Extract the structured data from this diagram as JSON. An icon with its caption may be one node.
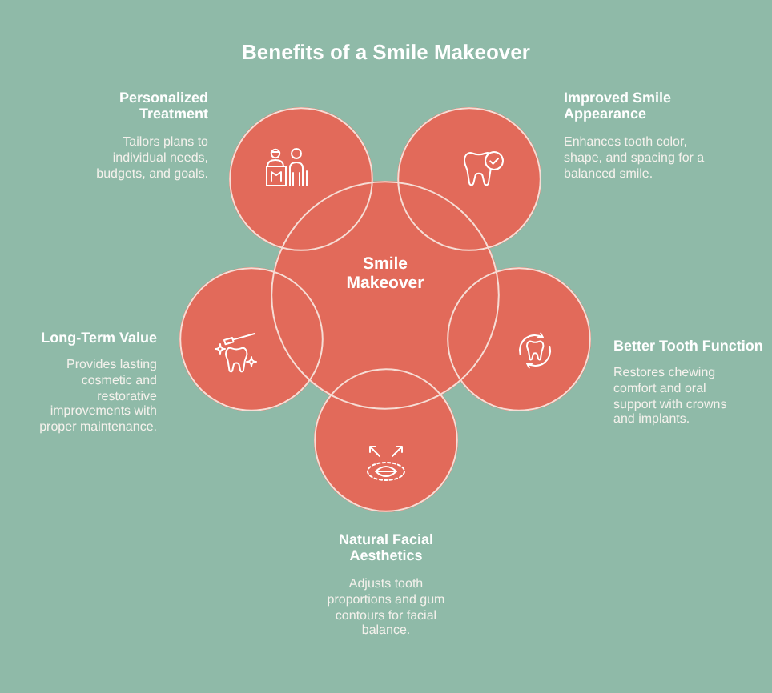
{
  "diagram": {
    "title": "Benefits of a Smile Makeover",
    "nodes": [
      {
        "text": [],
        "shape": "circle",
        "beside": [
          "Personalized Treatment",
          "Tailors plans to individual needs, budgets, and goals."
        ]
      },
      {
        "text": [],
        "shape": "circle",
        "beside": [
          "Improved Smile Appearance",
          "Enhances tooth color, shape, and spacing for a balanced smile."
        ]
      },
      {
        "text": [
          "Smile Makeover"
        ]
      },
      {
        "text": [],
        "shape": "circle",
        "beside": [
          "Long-Term Value",
          "Provides lasting cosmetic and restorative improvements with proper maintenance."
        ]
      },
      {
        "text": [],
        "shape": "circle",
        "beside": [
          "Better Tooth Function",
          "Restores chewing comfort and oral support with crowns and implants."
        ]
      },
      {
        "text": [],
        "shape": "circle",
        "beside": [
          "Natural Facial Aesthetics",
          "Adjusts tooth proportions and gum contours for facial balance."
        ]
      }
    ]
  }
}
